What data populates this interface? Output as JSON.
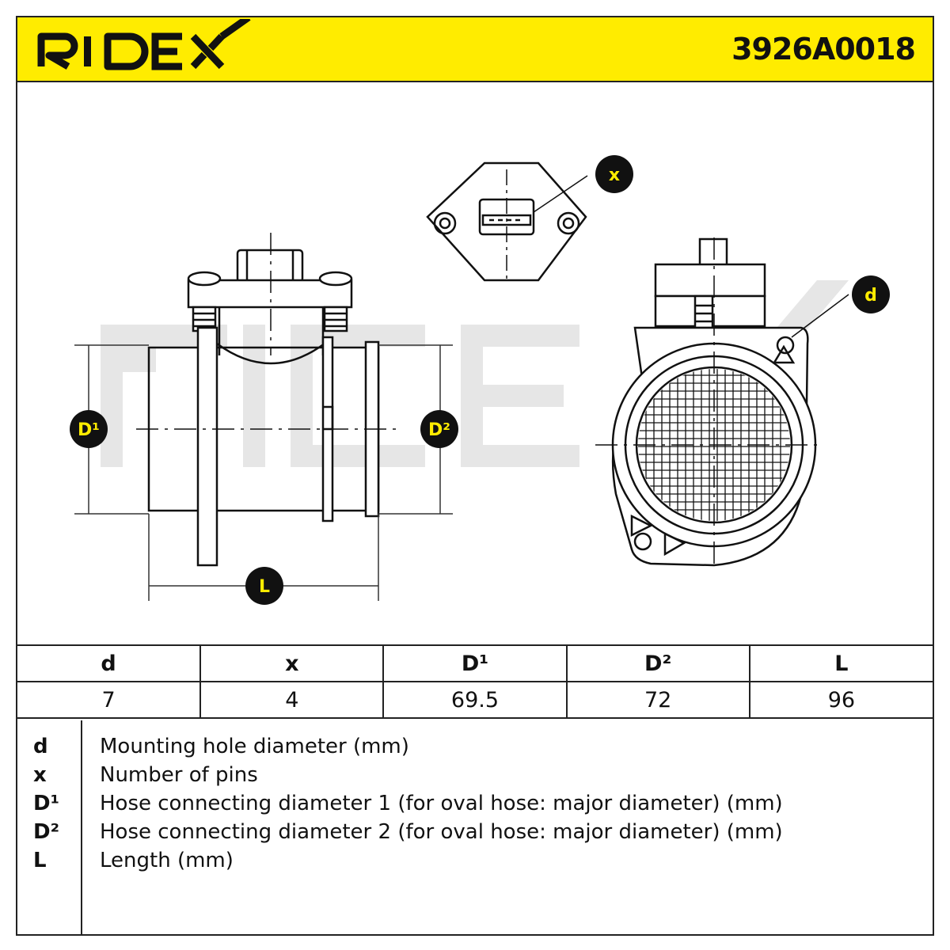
{
  "header": {
    "brand": "RIDEX",
    "part_number": "3926A0018",
    "background_color": "#ffec00"
  },
  "drawing": {
    "watermark": "RIDEX",
    "labels": {
      "x": "x",
      "d": "d",
      "d1": "D¹",
      "d2": "D²",
      "l": "L"
    }
  },
  "dimensions_table": {
    "headers": [
      "d",
      "x",
      "D¹",
      "D²",
      "L"
    ],
    "values": [
      "7",
      "4",
      "69.5",
      "72",
      "96"
    ]
  },
  "legend": [
    {
      "key": "d",
      "text": "Mounting hole diameter (mm)"
    },
    {
      "key": "x",
      "text": "Number of pins"
    },
    {
      "key": "D¹",
      "text": "Hose connecting diameter 1 (for oval hose: major diameter) (mm)"
    },
    {
      "key": "D²",
      "text": "Hose connecting diameter 2 (for oval hose: major diameter) (mm)"
    },
    {
      "key": "L",
      "text": "Length (mm)"
    }
  ]
}
